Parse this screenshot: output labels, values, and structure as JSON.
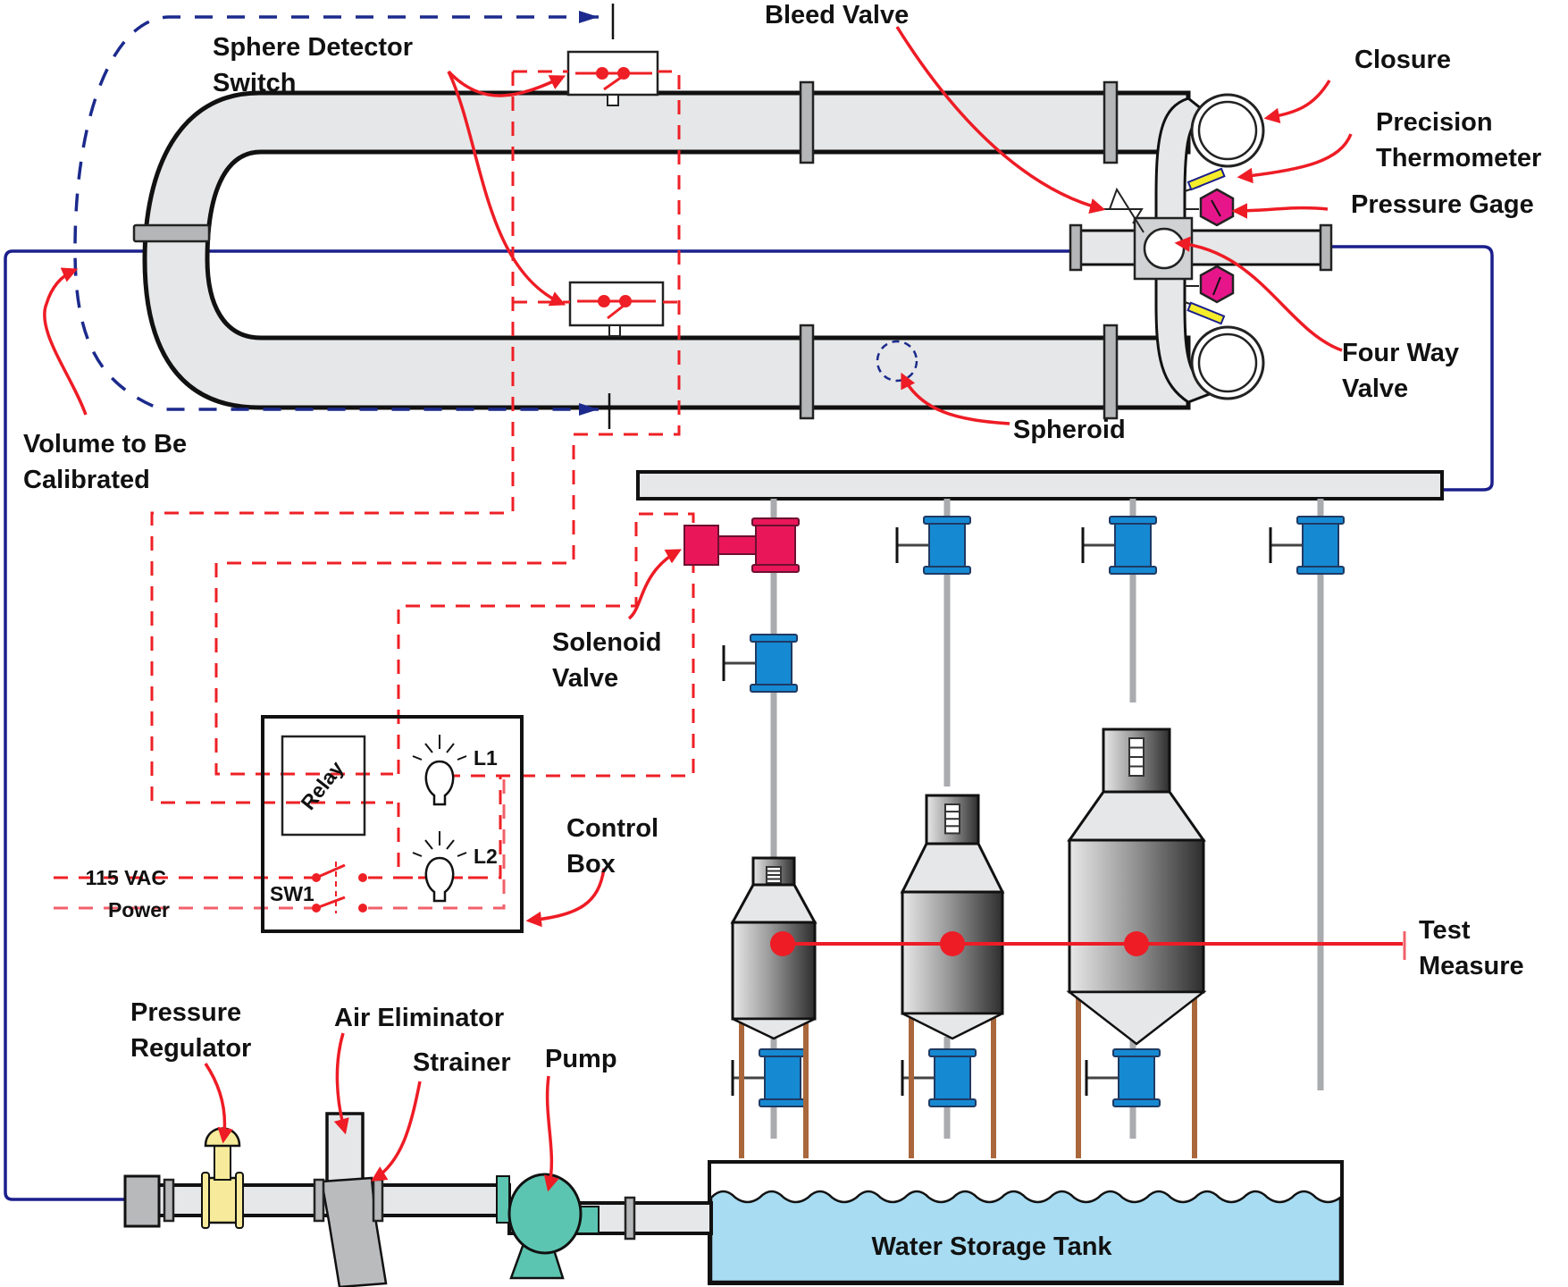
{
  "diagram": {
    "title": "Volumetric prover calibration setup",
    "labels": {
      "sphere_detector_line1": "Sphere Detector",
      "sphere_detector_line2": "Switch",
      "bleed_valve": "Bleed Valve",
      "closure": "Closure",
      "precision_thermometer_line1": "Precision",
      "precision_thermometer_line2": "Thermometer",
      "pressure_gage": "Pressure Gage",
      "four_way_valve_line1": "Four Way",
      "four_way_valve_line2": "Valve",
      "spheroid": "Spheroid",
      "volume_line1": "Volume to Be",
      "volume_line2": "Calibrated",
      "solenoid_valve_line1": "Solenoid",
      "solenoid_valve_line2": "Valve",
      "relay": "Relay",
      "lamp_1": "L1",
      "lamp_2": "L2",
      "switch": "SW1",
      "power_line1": "115 VAC",
      "power_line2": "Power",
      "control_box_line1": "Control",
      "control_box_line2": "Box",
      "test_measure_line1": "Test",
      "test_measure_line2": "Measure",
      "pressure_regulator_line1": "Pressure",
      "pressure_regulator_line2": "Regulator",
      "air_eliminator": "Air Eliminator",
      "strainer": "Strainer",
      "pump": "Pump",
      "water_storage_tank": "Water Storage Tank"
    },
    "colors": {
      "pipe": "#e6e7e8",
      "signal_wire": "#ee2026",
      "flow_loop": "#1b1f8c",
      "valve_manual": "#1689d3",
      "valve_solenoid": "#e9175a",
      "pressure_gage": "#e6168a",
      "thermometer": "#f5ec2a",
      "pump": "#5cc5b1",
      "regulator": "#f7eb9b",
      "water": "#a8dcf2",
      "tank_leg": "#a9673b"
    },
    "test_measures": [
      "small",
      "medium",
      "large"
    ]
  }
}
